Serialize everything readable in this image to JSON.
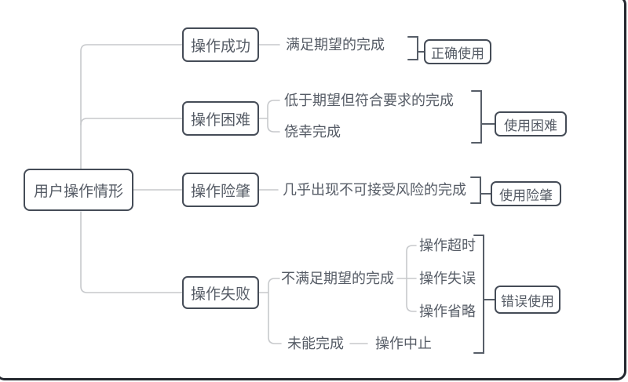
{
  "diagram": {
    "root": {
      "label": "用户操作情形"
    },
    "branches": {
      "success": {
        "label": "操作成功",
        "items": {
          "main": "满足期望的完成"
        },
        "summary": "正确使用"
      },
      "difficulty": {
        "label": "操作困难",
        "items": {
          "first": "低于期望但符合要求的完成",
          "second": "侥幸完成"
        },
        "summary": "使用困难"
      },
      "risk": {
        "label": "操作险肇",
        "items": {
          "main": "几乎出现不可接受风险的完成"
        },
        "summary": "使用险肇"
      },
      "failure": {
        "label": "操作失败",
        "items": {
          "first": "不满足期望的完成",
          "first_subs": {
            "timeout": "操作超时",
            "mistake": "操作失误",
            "omission": "操作省略"
          },
          "second": "未能完成",
          "second_sub": "操作中止"
        },
        "summary": "错误使用"
      }
    },
    "colors": {
      "background": "#ffffff",
      "node_border": "#454c57",
      "text": "#565c66",
      "tree_line": "#c7c9cc",
      "bracket": "#575e68",
      "frame": "#23272e"
    }
  }
}
